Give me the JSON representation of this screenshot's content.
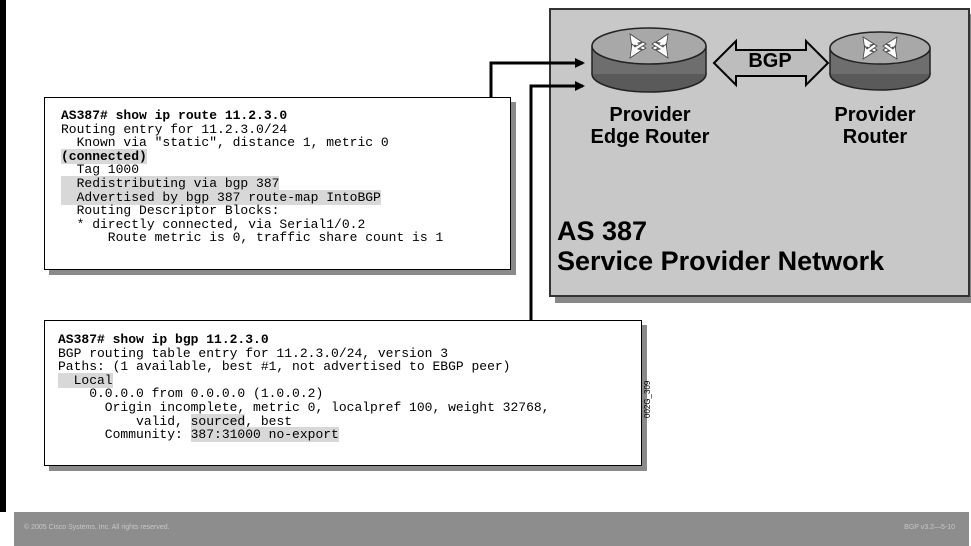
{
  "diagram": {
    "bgp_label": "BGP",
    "pe_router_label_line1": "Provider",
    "pe_router_label_line2": "Edge Router",
    "p_router_label_line1": "Provider",
    "p_router_label_line2": "Router",
    "as_label_line1": "AS 387",
    "as_label_line2": "Service Provider Network",
    "figure_id": "002G_309"
  },
  "terminal1": {
    "lines": [
      "AS387# show ip route 11.2.3.0",
      "Routing entry for 11.2.3.0/24",
      "  Known via \"static\", distance 1, metric 0",
      "(connected)",
      "  Tag 1000",
      "  Redistributing via bgp 387",
      "  Advertised by bgp 387 route-map IntoBGP",
      "  Routing Descriptor Blocks:",
      "  * directly connected, via Serial1/0.2",
      "      Route metric is 0, traffic share count is 1"
    ]
  },
  "terminal2": {
    "lines": [
      "AS387# show ip bgp 11.2.3.0",
      "BGP routing table entry for 11.2.3.0/24, version 3",
      "Paths: (1 available, best #1, not advertised to EBGP peer)",
      "  Local",
      "    0.0.0.0 from 0.0.0.0 (1.0.0.2)",
      "      Origin incomplete, metric 0, localpref 100, weight 32768,",
      "          valid, ",
      "sourced",
      ", best",
      "      Community: ",
      "387:31000 no-export"
    ]
  },
  "footer": {
    "copyright": "© 2005 Cisco Systems, Inc. All rights reserved.",
    "course": "BGP v3.2—5-10"
  }
}
